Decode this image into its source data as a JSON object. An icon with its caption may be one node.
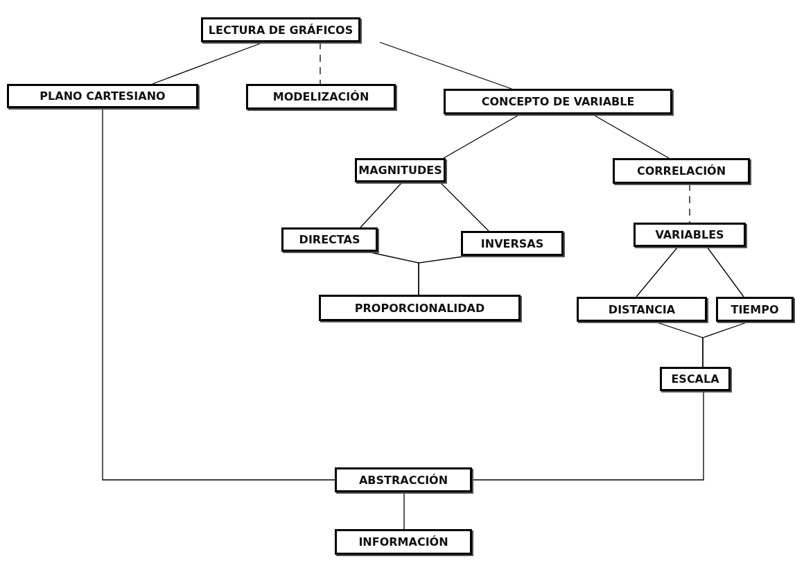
{
  "diagram": {
    "nodes": [
      {
        "text": [
          "LECTURA DE GRÁFICOS"
        ]
      },
      {
        "text": [
          "PLANO CARTESIANO"
        ]
      },
      {
        "text": [
          "MODELIZACIÓN"
        ]
      },
      {
        "text": [
          "CONCEPTO DE VARIABLE"
        ]
      },
      {
        "text": [
          "MAGNITUDES"
        ]
      },
      {
        "text": [
          "CORRELACIÓN"
        ]
      },
      {
        "text": [
          "DIRECTAS"
        ]
      },
      {
        "text": [
          "INVERSAS"
        ]
      },
      {
        "text": [
          "VARIABLES"
        ]
      },
      {
        "text": [
          "PROPORCIONALIDAD"
        ]
      },
      {
        "text": [
          "DISTANCIA"
        ]
      },
      {
        "text": [
          "TIEMPO"
        ]
      },
      {
        "text": [
          "ESCALA"
        ]
      },
      {
        "text": [
          "ABSTRACCIÓN"
        ]
      },
      {
        "text": [
          "INFORMACIÓN"
        ]
      }
    ],
    "edges": [
      {
        "from": 0,
        "to": 1,
        "arrow": "none"
      },
      {
        "from": 0,
        "to": 2,
        "arrow": "none",
        "style": "dashed"
      },
      {
        "from": 0,
        "to": 3,
        "arrow": "none"
      },
      {
        "from": 3,
        "to": 4,
        "arrow": "none"
      },
      {
        "from": 3,
        "to": 5,
        "arrow": "none"
      },
      {
        "from": 4,
        "to": 6,
        "arrow": "none"
      },
      {
        "from": 4,
        "to": 7,
        "arrow": "none"
      },
      {
        "from": 5,
        "to": 8,
        "arrow": "none",
        "style": "dashed"
      },
      {
        "from": 6,
        "to": 9,
        "arrow": "none"
      },
      {
        "from": 7,
        "to": 9,
        "arrow": "none"
      },
      {
        "from": 8,
        "to": 10,
        "arrow": "none"
      },
      {
        "from": 8,
        "to": 11,
        "arrow": "none"
      },
      {
        "from": 10,
        "to": 12,
        "arrow": "none"
      },
      {
        "from": 11,
        "to": 12,
        "arrow": "none"
      },
      {
        "from": 1,
        "to": 13,
        "arrow": "none"
      },
      {
        "from": 12,
        "to": 13,
        "arrow": "none"
      },
      {
        "from": 13,
        "to": 14,
        "arrow": "none"
      }
    ]
  }
}
